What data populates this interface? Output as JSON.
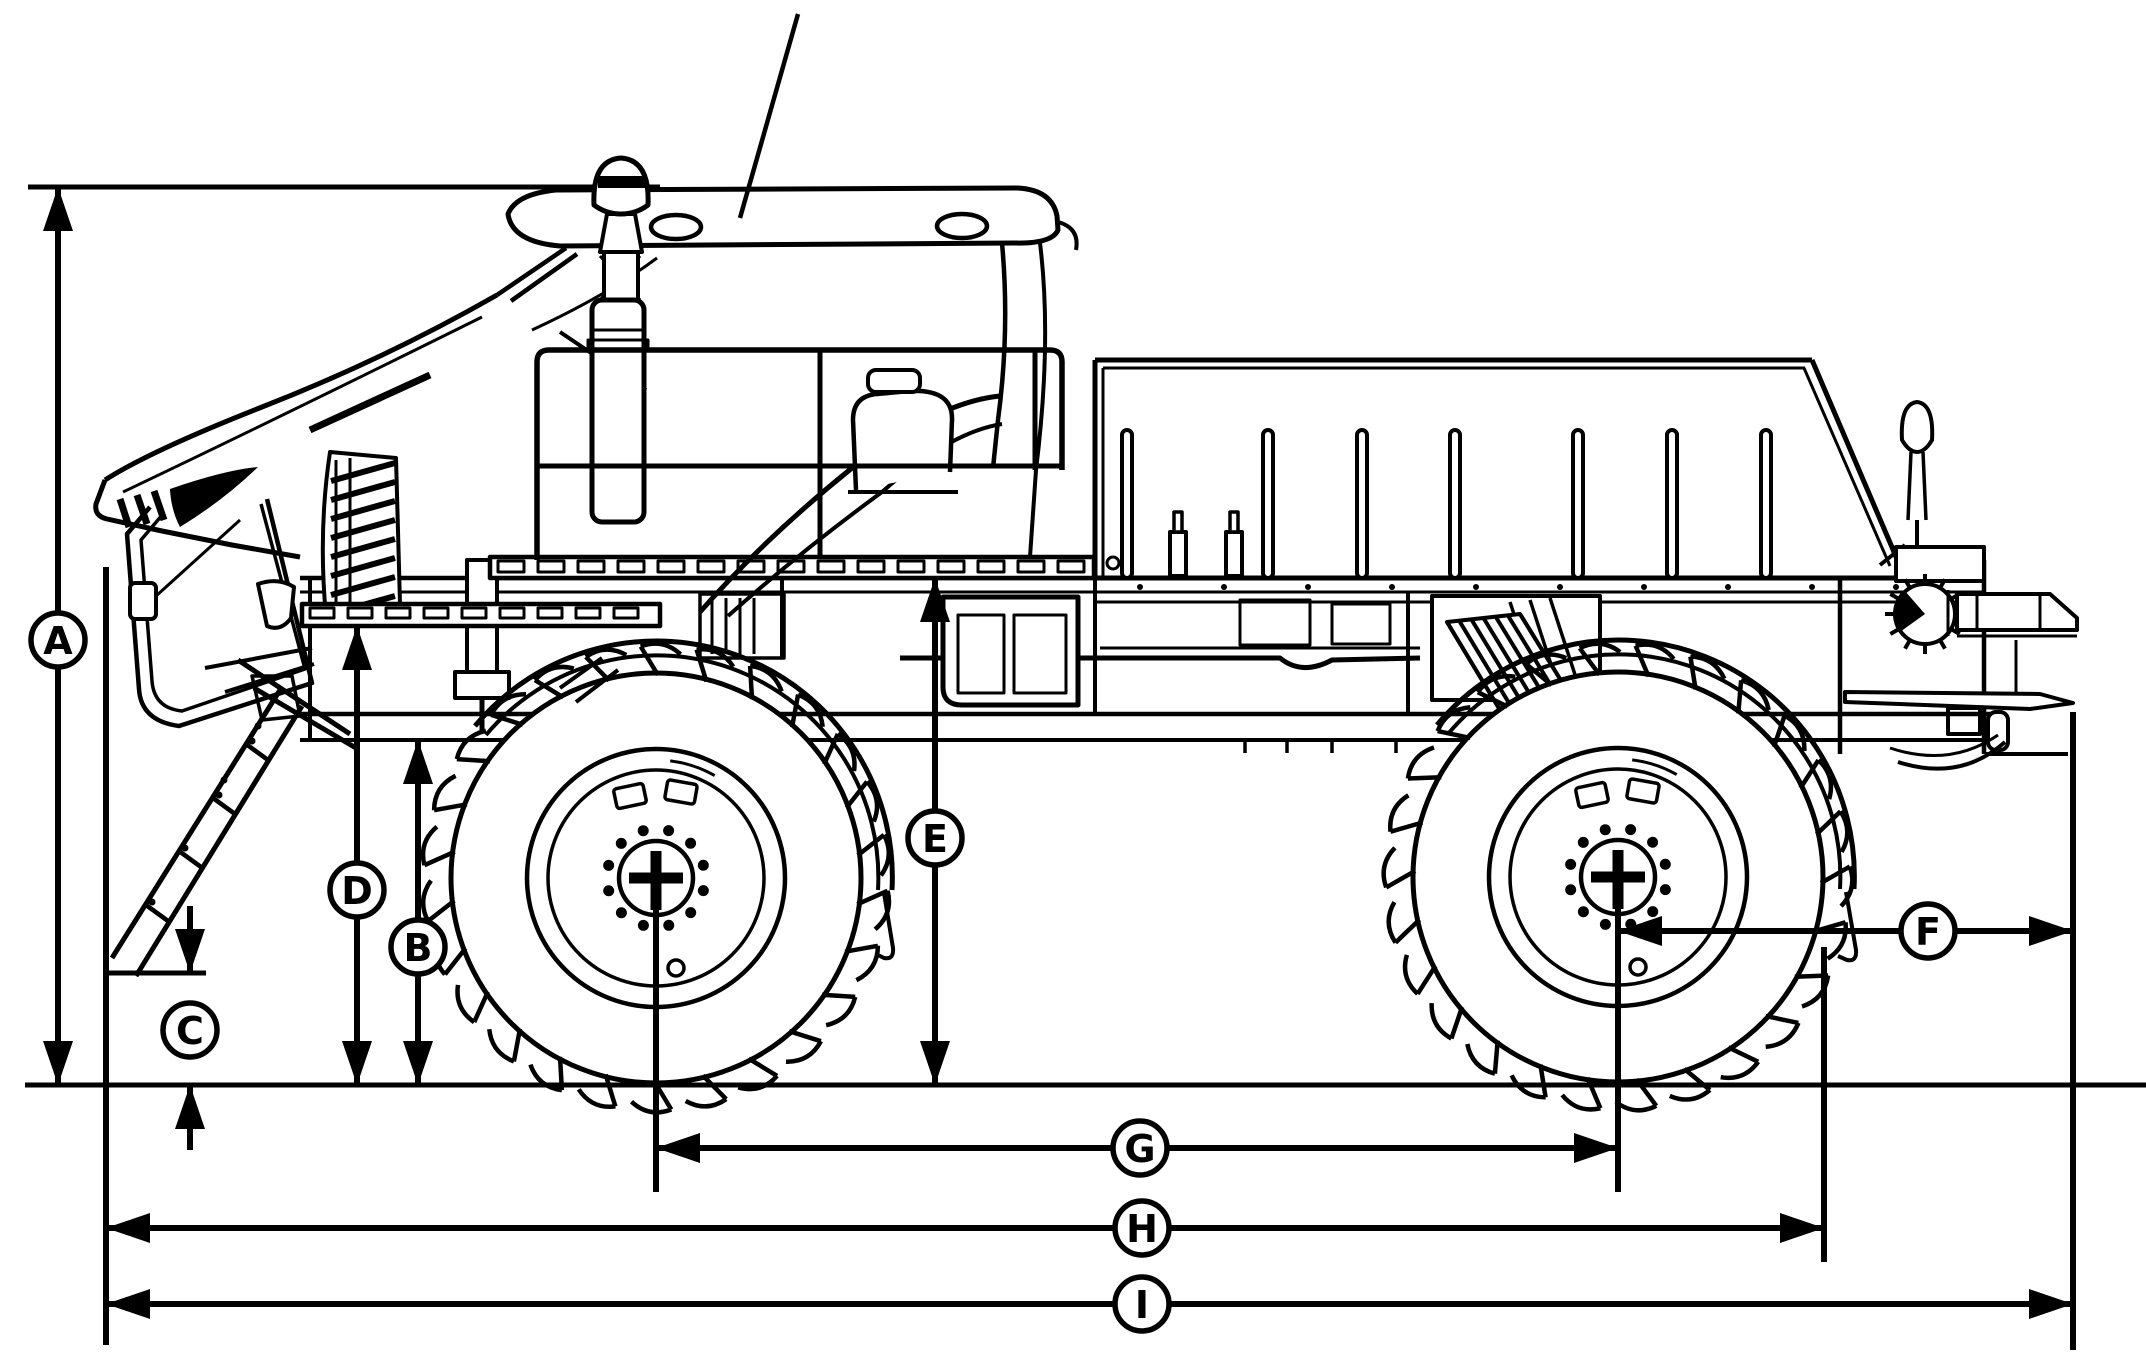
{
  "figure": {
    "type": "technical-dimension-diagram",
    "subject": "self-propelled-spreader-side-view",
    "background_color": "#ffffff",
    "line_color": "#000000"
  },
  "dimension_labels": [
    {
      "id": "A",
      "label": "A"
    },
    {
      "id": "B",
      "label": "B"
    },
    {
      "id": "C",
      "label": "C"
    },
    {
      "id": "D",
      "label": "D"
    },
    {
      "id": "E",
      "label": "E"
    },
    {
      "id": "F",
      "label": "F"
    },
    {
      "id": "G",
      "label": "G"
    },
    {
      "id": "H",
      "label": "H"
    },
    {
      "id": "I",
      "label": "I"
    }
  ]
}
